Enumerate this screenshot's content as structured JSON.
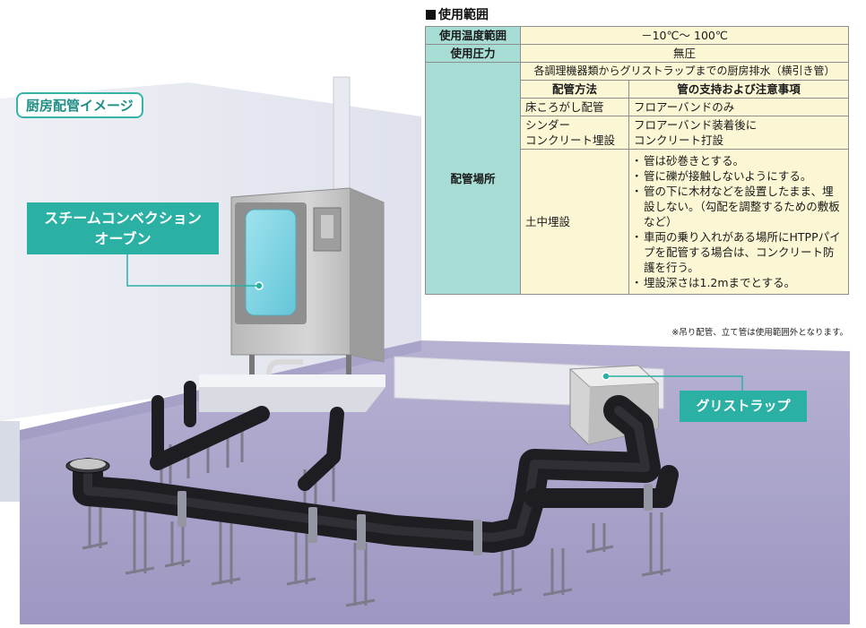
{
  "page_tag": "厨房配管イメージ",
  "callouts": {
    "oven": [
      "スチームコンベクション",
      "オーブン"
    ],
    "trap": "グリストラップ"
  },
  "spec_table": {
    "heading": "使用範囲",
    "temperature": {
      "label": "使用温度範囲",
      "value": "－10℃～ 100℃"
    },
    "pressure": {
      "label": "使用圧力",
      "value": "無圧"
    },
    "location": {
      "label": "配管場所",
      "description": "各調理機器類からグリストラップまでの厨房排水（横引き管）",
      "col_method": "配管方法",
      "col_notes": "管の支持および注意事項",
      "rows": [
        {
          "method": [
            "床ころがし配管"
          ],
          "notes": [
            "フロアーバンドのみ"
          ]
        },
        {
          "method": [
            "シンダー",
            "コンクリート埋設"
          ],
          "notes": [
            "フロアーバンド装着後に",
            "コンクリート打設"
          ]
        },
        {
          "method": [
            "土中埋設"
          ],
          "bullets": [
            "管は砂巻きとする。",
            "管に礫が接触しないようにする。",
            "管の下に木材などを設置したまま、埋設しない。（勾配を調整するための敷板など）",
            "車両の乗り入れがある場所にHTPPパイプを配管する場合は、コンクリート防護を行う。",
            "埋設深さは1.2mまでとする。"
          ]
        }
      ]
    },
    "footnote": "※吊り配管、立て管は使用範囲外となります。"
  },
  "colors": {
    "accent_teal": "#2bb0a4",
    "table_label_bg": "#a7ddd5",
    "table_value_bg": "#fbf6d4",
    "floor": "#aaa3ca",
    "pipe": "#1e1e22"
  }
}
